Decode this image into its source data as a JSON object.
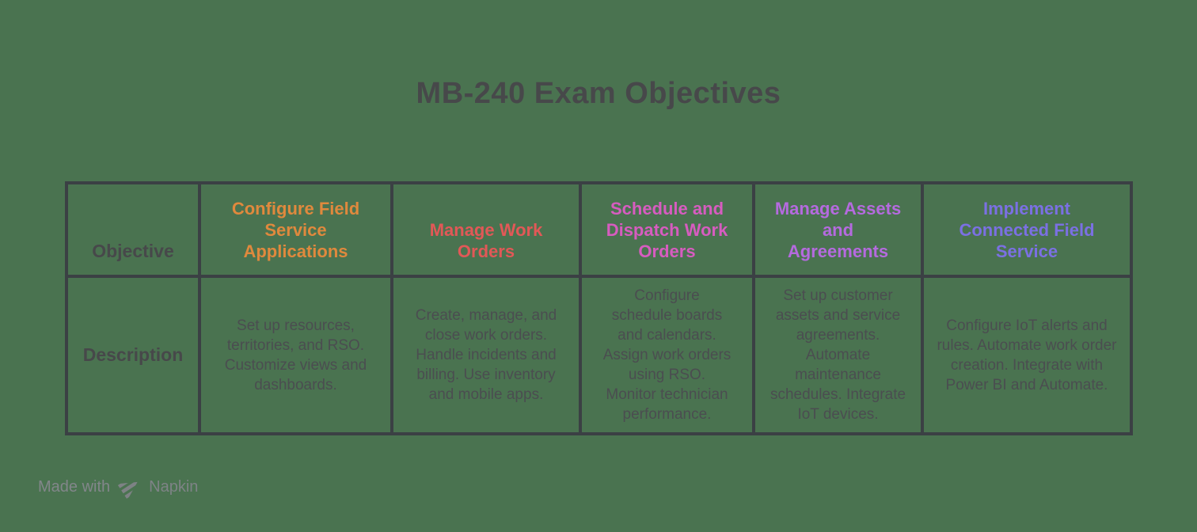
{
  "title": "MB-240 Exam Objectives",
  "colors": {
    "background": "#4A7350",
    "table_border": "#3B4044",
    "heading_text": "#47484A",
    "body_text": "#4B4D50",
    "footer_text": "#82868A"
  },
  "table": {
    "row_labels": [
      "Objective",
      "Description"
    ],
    "columns": [
      {
        "header": "Configure Field Service Applications",
        "color": "#E0893D",
        "description": "Set up resources, territories, and RSO. Customize views and dashboards."
      },
      {
        "header": "Manage Work Orders",
        "color": "#E25857",
        "description": "Create, manage, and close work orders. Handle incidents and billing. Use inventory and mobile apps."
      },
      {
        "header": "Schedule and Dispatch Work Orders",
        "color": "#D75CC0",
        "description": "Configure schedule boards and calendars. Assign work orders using RSO. Monitor technician performance."
      },
      {
        "header": "Manage Assets and Agreements",
        "color": "#B56ADF",
        "description": "Set up customer assets and service agreements. Automate maintenance schedules. Integrate IoT devices."
      },
      {
        "header": "Implement Connected Field Service",
        "color": "#7B70E3",
        "description": "Configure IoT alerts and rules. Automate work order creation. Integrate with Power BI and Automate."
      }
    ]
  },
  "footer": {
    "made_with": "Made with",
    "brand": "Napkin",
    "logo_icon": "napkin-stripes-icon"
  }
}
